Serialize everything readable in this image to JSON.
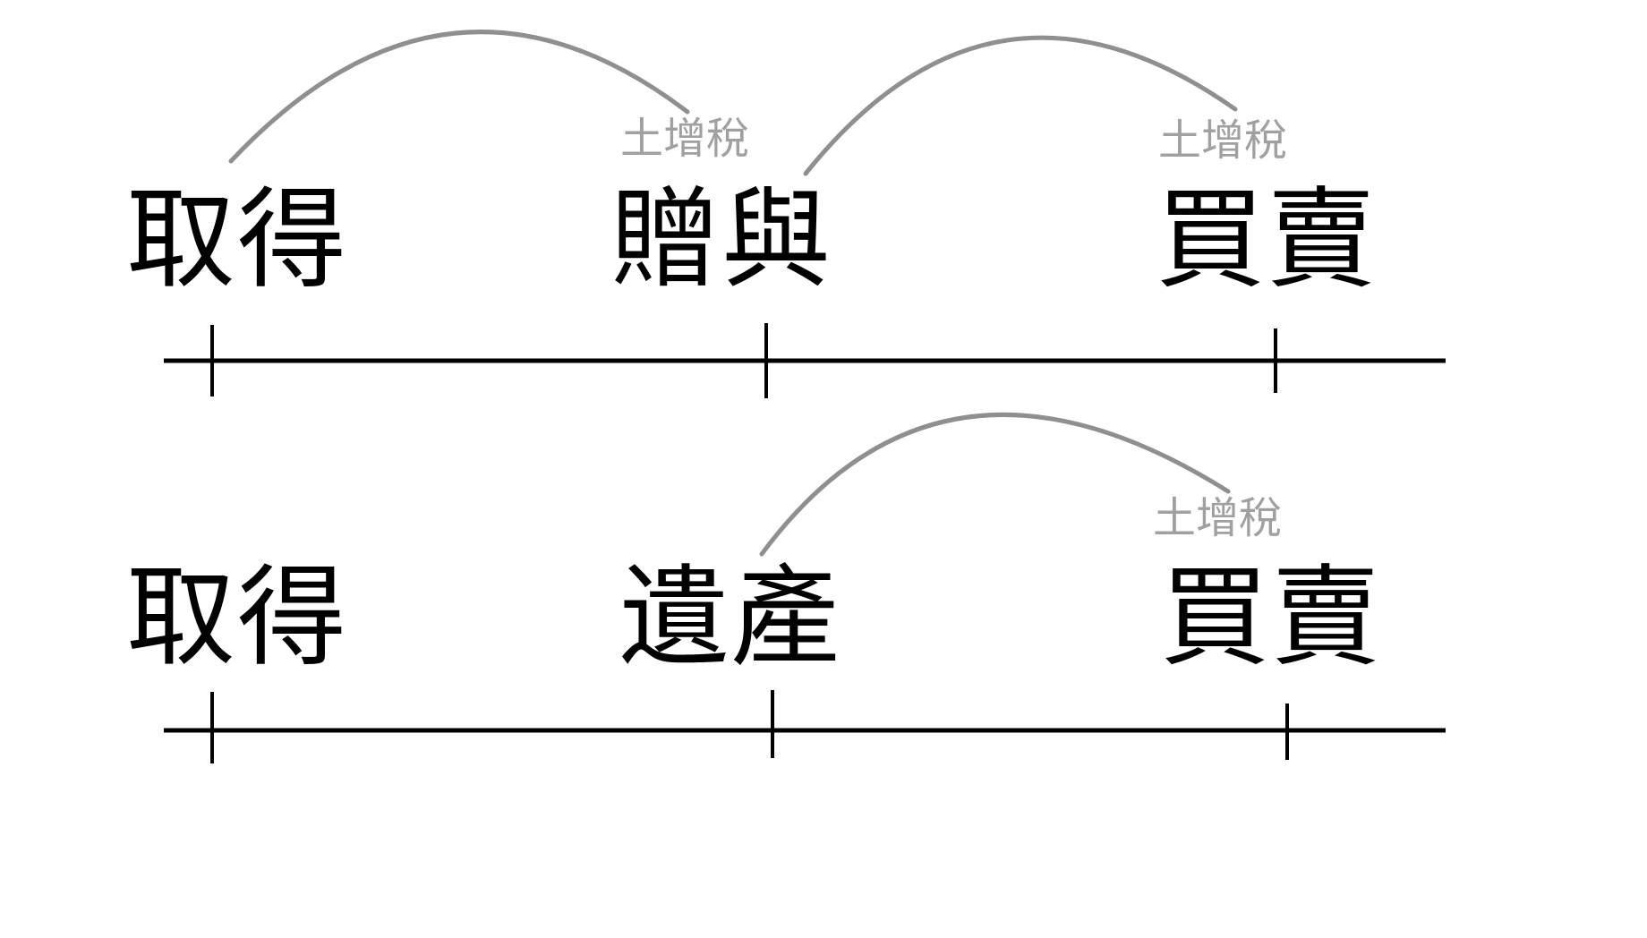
{
  "diagram": {
    "title": "land-value-increment-tax-timelines",
    "colors": {
      "event_text": "#000000",
      "axis": "#000000",
      "arc": "#8f8f8f",
      "tax_text": "#a0a0a0"
    },
    "rows": [
      {
        "name": "gift-scenario",
        "events": [
          {
            "label": "取得"
          },
          {
            "label": "贈與"
          },
          {
            "label": "買賣"
          }
        ],
        "tax_labels": [
          {
            "text": "土增稅"
          },
          {
            "text": "土增稅"
          }
        ],
        "arcs": [
          {
            "from": "取得",
            "to": "贈與"
          },
          {
            "from": "贈與",
            "to": "買賣"
          }
        ]
      },
      {
        "name": "inheritance-scenario",
        "events": [
          {
            "label": "取得"
          },
          {
            "label": "遺產"
          },
          {
            "label": "買賣"
          }
        ],
        "tax_labels": [
          {
            "text": "土增稅"
          }
        ],
        "arcs": [
          {
            "from": "遺產",
            "to": "買賣"
          }
        ]
      }
    ]
  }
}
